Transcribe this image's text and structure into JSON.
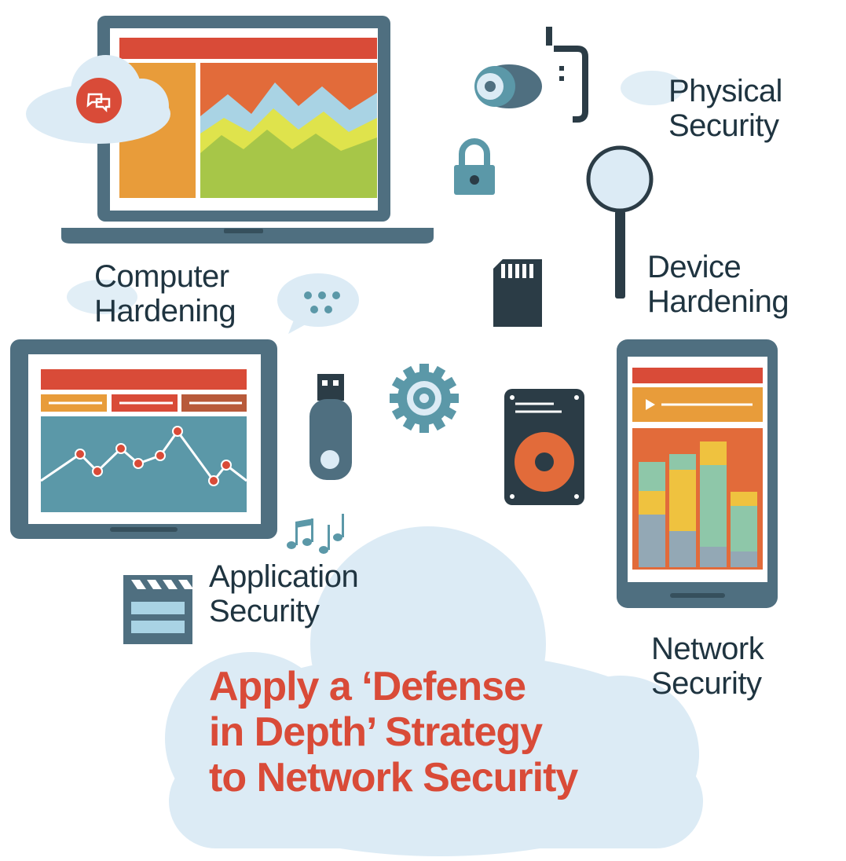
{
  "labels": {
    "physical": [
      "Physical",
      "Security"
    ],
    "computer": [
      "Computer",
      "Hardening"
    ],
    "device": [
      "Device",
      "Hardening"
    ],
    "application": [
      "Application",
      "Security"
    ],
    "network": [
      "Network",
      "Security"
    ]
  },
  "headline": [
    "Apply a ‘Defense",
    "in Depth’ Strategy",
    "to Network Security"
  ],
  "icons": [
    "laptop-icon",
    "chat-cloud-icon",
    "security-camera-icon",
    "padlock-icon",
    "magnifier-icon",
    "sd-card-icon",
    "speech-bubble-icon",
    "tablet-icon",
    "usb-drive-icon",
    "gear-icon",
    "hard-drive-icon",
    "smartphone-icon",
    "music-notes-icon",
    "clapperboard-icon",
    "cloud-icon"
  ],
  "colors": {
    "text": "#1f3440",
    "headline": "#d94b38",
    "frame": "#4f6f80",
    "cloud": "#dcebf5",
    "red": "#d94b38",
    "orange": "#e88a3a",
    "yellow": "#efc23f",
    "green": "#a7c648",
    "teal": "#5b98a8",
    "mint": "#8ec7a9"
  }
}
